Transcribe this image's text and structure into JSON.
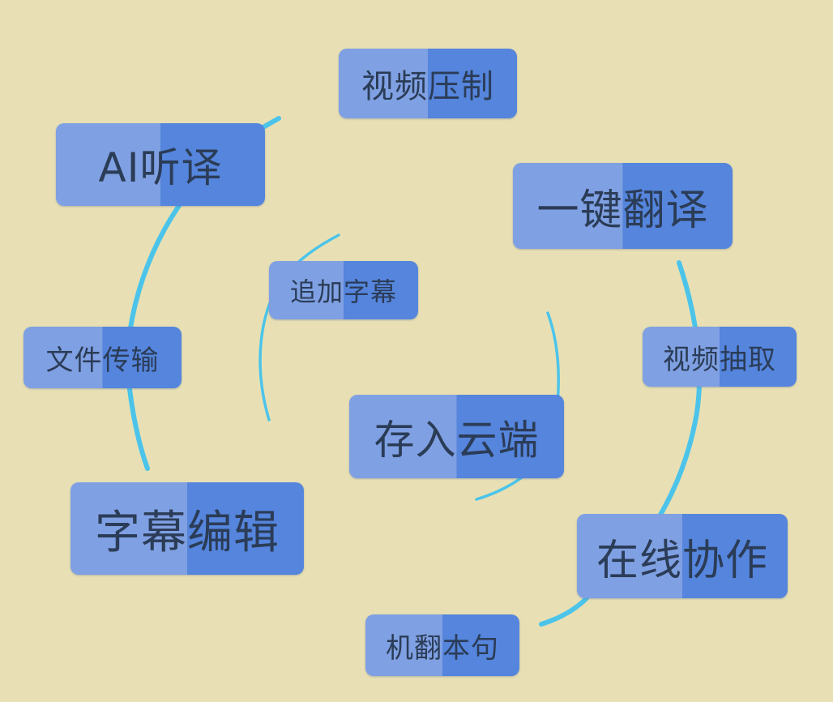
{
  "colors": {
    "background": "#e8e0b4",
    "arc": "#4cc4ea",
    "tag_light": "#7fa0e2",
    "tag_dark": "#5585dc",
    "text": "#2b3c57"
  },
  "nodes": {
    "video_compress": "视频压制",
    "ai_transcribe": "AI听译",
    "one_click_translate": "一键翻译",
    "add_subtitles": "追加字幕",
    "file_transfer": "文件传输",
    "video_extract": "视频抽取",
    "cloud_store": "存入云端",
    "subtitle_edit": "字幕编辑",
    "online_collab": "在线协作",
    "machine_translate": "机翻本句"
  }
}
